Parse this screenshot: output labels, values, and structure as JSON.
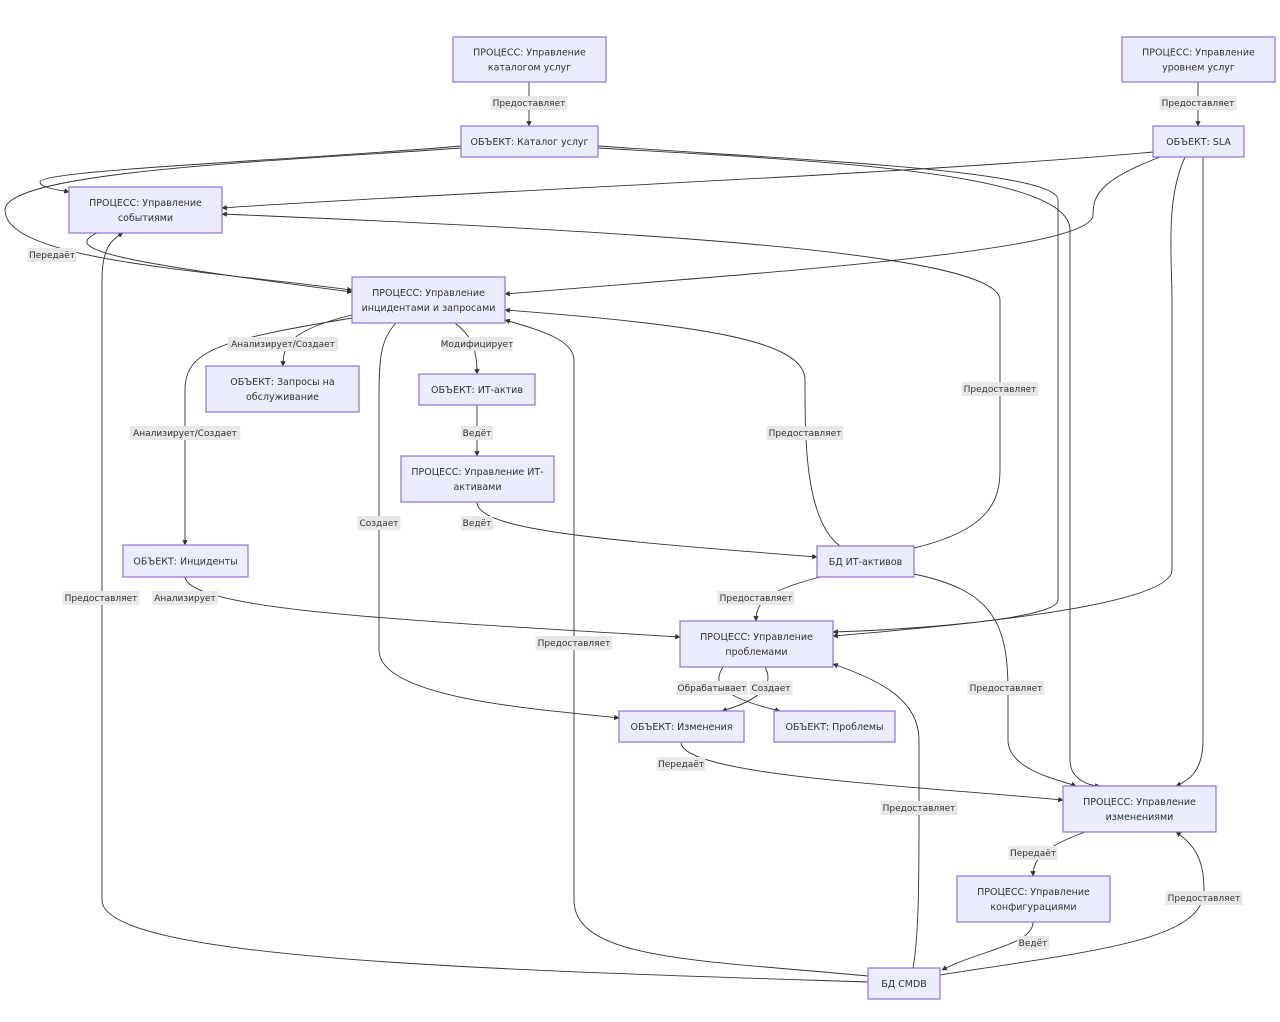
{
  "nodes": {
    "catalog_proc": [
      "ПРОЦЕСС: Управление",
      "каталогом услуг"
    ],
    "sla_proc": [
      "ПРОЦЕСС: Управление",
      "уровнем услуг"
    ],
    "catalog_obj": [
      "ОБЪЕКТ: Каталог услуг"
    ],
    "sla_obj": [
      "ОБЪЕКТ: SLA"
    ],
    "events_proc": [
      "ПРОЦЕСС: Управление",
      "событиями"
    ],
    "incidents_proc": [
      "ПРОЦЕСС: Управление",
      "инцидентами и запросами"
    ],
    "requests_obj": [
      "ОБЪЕКТ: Запросы на",
      "обслуживание"
    ],
    "asset_obj": [
      "ОБЪЕКТ: ИТ-актив"
    ],
    "assets_proc": [
      "ПРОЦЕСС: Управление ИТ-",
      "активами"
    ],
    "incidents_obj": [
      "ОБЪЕКТ: Инциденты"
    ],
    "assets_db": [
      "БД ИТ-активов"
    ],
    "problems_proc": [
      "ПРОЦЕСС: Управление",
      "проблемами"
    ],
    "changes_obj": [
      "ОБЪЕКТ: Изменения"
    ],
    "problems_obj": [
      "ОБЪЕКТ: Проблемы"
    ],
    "changes_proc": [
      "ПРОЦЕСС: Управление",
      "изменениями"
    ],
    "config_proc": [
      "ПРОЦЕСС: Управление",
      "конфигурациями"
    ],
    "cmdb": [
      "БД CMDB"
    ]
  },
  "edge_labels": [
    "Предоставляет",
    "Предоставляет",
    "Передаёт",
    "Анализирует/Создает",
    "Модифицирует",
    "Анализирует/Создает",
    "Ведёт",
    "Предоставляет",
    "Предоставляет",
    "Создает",
    "Ведёт",
    "Предоставляет",
    "Анализирует",
    "Предоставляет",
    "Предоставляет",
    "Обрабатывает",
    "Создает",
    "Предоставляет",
    "Передаёт",
    "Предоставляет",
    "Передаёт",
    "Предоставляет",
    "Ведёт"
  ],
  "colors": {
    "node_fill": "#ececff",
    "node_stroke": "#9370db",
    "label_bg": "#e8e8e8"
  }
}
